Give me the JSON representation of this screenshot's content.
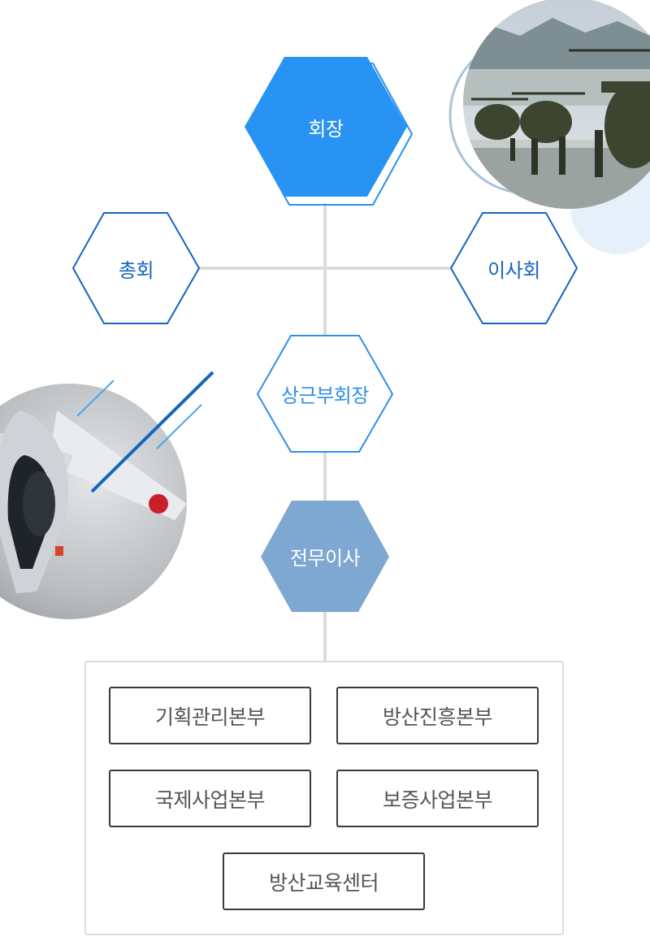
{
  "org": {
    "chairman": "회장",
    "general_assembly": "총회",
    "board": "이사회",
    "standing_vice_chairman": "상근부회장",
    "executive_director": "전무이사"
  },
  "departments": [
    "기획관리본부",
    "방산진흥본부",
    "국제사업본부",
    "보증사업본부",
    "방산교육센터"
  ],
  "colors": {
    "chairman_fill": "#2893f2",
    "board_stroke": "#1565c0",
    "vice_stroke": "#2f8fe8",
    "exec_fill": "#7ea8d2",
    "connector": "#dddddd"
  }
}
